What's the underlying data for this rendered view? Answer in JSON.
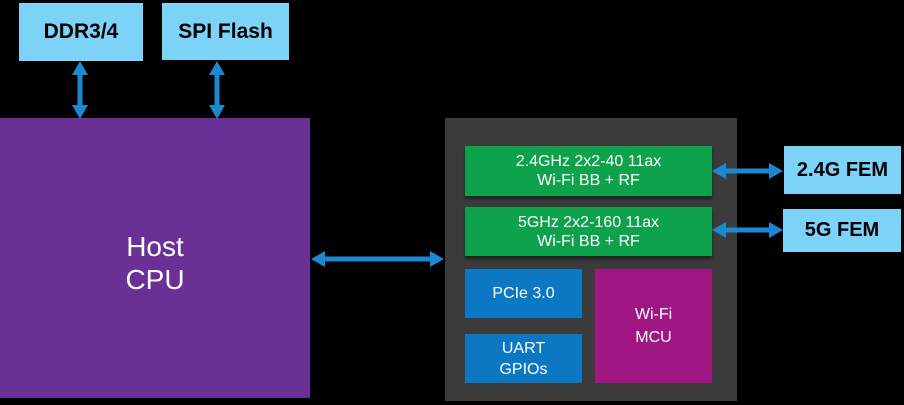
{
  "palette": {
    "background": "#000000",
    "light_blue": "#7DD2F8",
    "arrow_blue": "#1B88D2",
    "purple": "#6B3096",
    "panel_gray": "#3B3B3B",
    "green": "#0FA24C",
    "blue": "#0C78C4",
    "magenta": "#A01784",
    "label_dark": "#000000",
    "label_light": "#FFFFFF"
  },
  "blocks": {
    "ddr": {
      "label": "DDR3/4"
    },
    "spi_flash": {
      "label": "SPI Flash"
    },
    "host_cpu": {
      "line1": "Host",
      "line2": "CPU"
    },
    "wifi_bb_24g": {
      "line1": "2.4GHz 2x2-40 11ax",
      "line2": "Wi-Fi BB + RF"
    },
    "wifi_bb_5g": {
      "line1": "5GHz 2x2-160 11ax",
      "line2": "Wi-Fi BB + RF"
    },
    "pcie": {
      "label": "PCIe 3.0"
    },
    "uart_gpio": {
      "line1": "UART",
      "line2": "GPIOs"
    },
    "wifi_mcu": {
      "line1": "Wi-Fi",
      "line2": "MCU"
    },
    "fem_24g": {
      "label": "2.4G FEM"
    },
    "fem_5g": {
      "label": "5G FEM"
    }
  },
  "connections": [
    {
      "from": "ddr",
      "to": "host_cpu",
      "type": "bidirectional"
    },
    {
      "from": "spi_flash",
      "to": "host_cpu",
      "type": "bidirectional"
    },
    {
      "from": "host_cpu",
      "to": "wifi_soc_panel",
      "type": "bidirectional"
    },
    {
      "from": "wifi_bb_24g",
      "to": "fem_24g",
      "type": "bidirectional"
    },
    {
      "from": "wifi_bb_5g",
      "to": "fem_5g",
      "type": "bidirectional"
    }
  ]
}
